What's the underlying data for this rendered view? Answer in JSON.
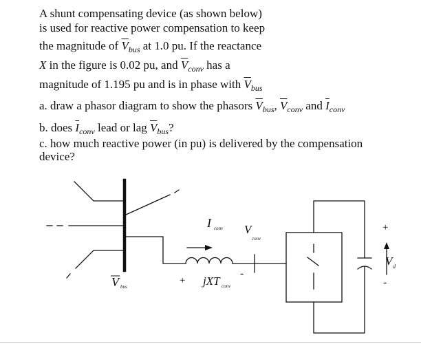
{
  "question": {
    "line1": "A shunt compensating device (as shown below)",
    "line2": "is used for reactive power compensation to keep",
    "line3_a": "the magnitude of ",
    "line3_b": " at 1.0 pu. If the reactance",
    "line4_a": "X",
    "line4_b": " in the figure is 0.02 pu, and ",
    "line4_c": " has a",
    "line5_a": "magnitude of 1.195 pu and is in phase with ",
    "part_a_a": "a. draw a phasor diagram to show the phasors ",
    "part_a_sep": ", ",
    "part_a_and": " and ",
    "part_b_a": "b. does ",
    "part_b_b": " lead or lag ",
    "part_b_c": "?",
    "part_c_1": "c. how much reactive power (in pu) is delivered by the compensation",
    "part_c_2": "device?"
  },
  "symbols": {
    "v": "V",
    "i": "I",
    "bus": "bus",
    "conv": "conv"
  },
  "figure": {
    "i_label": "I",
    "i_sub": "conv",
    "v_label": "V",
    "v_sub": "conv",
    "vbus_label": "V",
    "vbus_sub": "bus",
    "plus_left": "+",
    "jx_label": "jXT",
    "jx_sub": "conv",
    "minus_mid": "-",
    "plus_right": "+",
    "vd_label": "V",
    "vd_sub": "d",
    "minus_right": "-"
  }
}
